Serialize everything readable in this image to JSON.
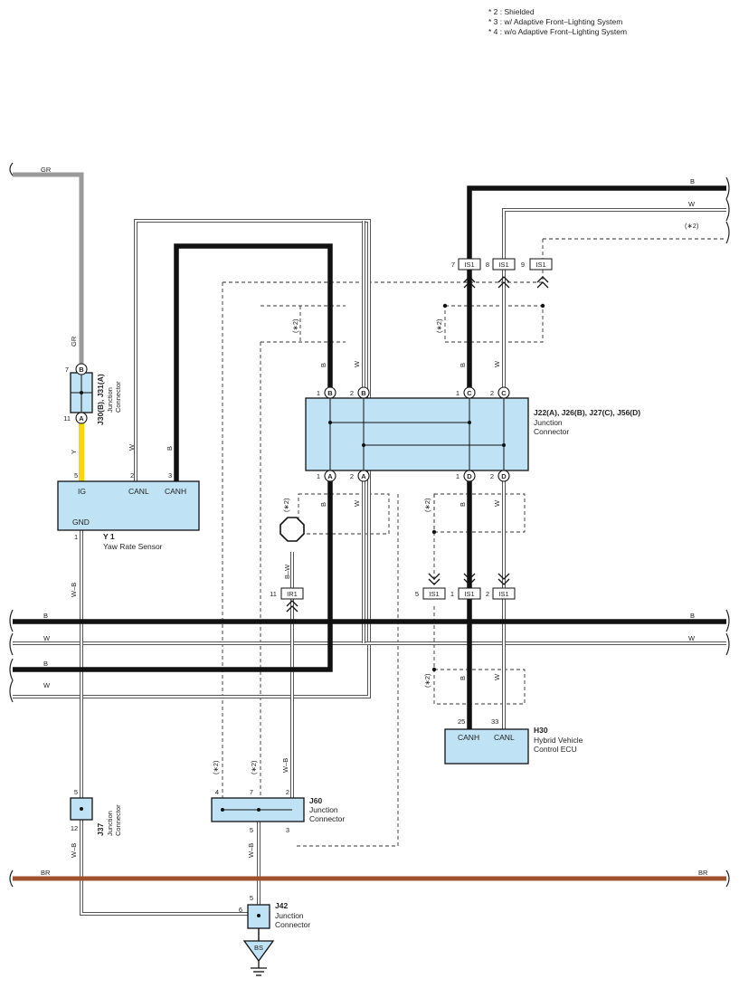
{
  "notes": [
    "* 2 : Shielded",
    "* 3 : w/ Adaptive Front–Lighting System",
    "* 4 : w/o Adaptive Front–Lighting System"
  ],
  "colors": {
    "B": "#111111",
    "W": "#ffffff",
    "GR": "#9a9a9a",
    "Y": "#f5d90a",
    "BR": "#a0522d",
    "component_fill": "#bfe3f5"
  },
  "wire_codes": {
    "gr": "GR",
    "b": "B",
    "w": "W",
    "y": "Y",
    "wb": "W–B",
    "bw": "B–W",
    "br": "BR",
    "shield": "(∗2)"
  },
  "components": {
    "y1": {
      "id": "Y 1",
      "name": "Yaw Rate Sensor",
      "pins": {
        "ig": "IG",
        "canl": "CANL",
        "canh": "CANH",
        "gnd": "GND"
      },
      "pin_numbers": {
        "ig": "5",
        "canl": "2",
        "canh": "3",
        "gnd": "1"
      }
    },
    "j30": {
      "id": "J30(B), J31(A)",
      "name_line1": "Junction",
      "name_line2": "Connector",
      "pin_top": "7",
      "pin_bottom": "11",
      "letter_top": "B",
      "letter_bottom": "A"
    },
    "j22": {
      "id": "J22(A), J26(B), J27(C), J56(D)",
      "name_line1": "Junction",
      "name_line2": "Connector",
      "top_pins": [
        {
          "num": "1",
          "letter": "B"
        },
        {
          "num": "2",
          "letter": "B"
        },
        {
          "num": "1",
          "letter": "C"
        },
        {
          "num": "2",
          "letter": "C"
        }
      ],
      "bottom_pins": [
        {
          "num": "1",
          "letter": "A"
        },
        {
          "num": "2",
          "letter": "A"
        },
        {
          "num": "1",
          "letter": "D"
        },
        {
          "num": "2",
          "letter": "D"
        }
      ]
    },
    "h30": {
      "id": "H30",
      "name_line1": "Hybrid Vehicle",
      "name_line2": "Control ECU",
      "pins": {
        "canh": "CANH",
        "canl": "CANL"
      },
      "pin_numbers": {
        "canh": "25",
        "canl": "33"
      }
    },
    "j37": {
      "id": "J37",
      "name_line1": "Junction",
      "name_line2": "Connector",
      "pin_top": "5",
      "pin_bottom": "12"
    },
    "j60": {
      "id": "J60",
      "name_line1": "Junction",
      "name_line2": "Connector",
      "pins_top": [
        "4",
        "7",
        "2"
      ],
      "pins_bottom": [
        "5",
        "3"
      ]
    },
    "j42": {
      "id": "J42",
      "name_line1": "Junction",
      "name_line2": "Connector",
      "pin_top": "5",
      "pin_left": "6"
    }
  },
  "inline_connectors": {
    "is1_top": [
      {
        "num": "7",
        "label": "IS1"
      },
      {
        "num": "8",
        "label": "IS1"
      },
      {
        "num": "9",
        "label": "IS1"
      }
    ],
    "is1_bottom": [
      {
        "num": "5",
        "label": "IS1"
      },
      {
        "num": "1",
        "label": "IS1"
      },
      {
        "num": "2",
        "label": "IS1"
      }
    ],
    "ir1": {
      "num": "11",
      "label": "IR1"
    }
  },
  "ground": {
    "label": "BS"
  }
}
